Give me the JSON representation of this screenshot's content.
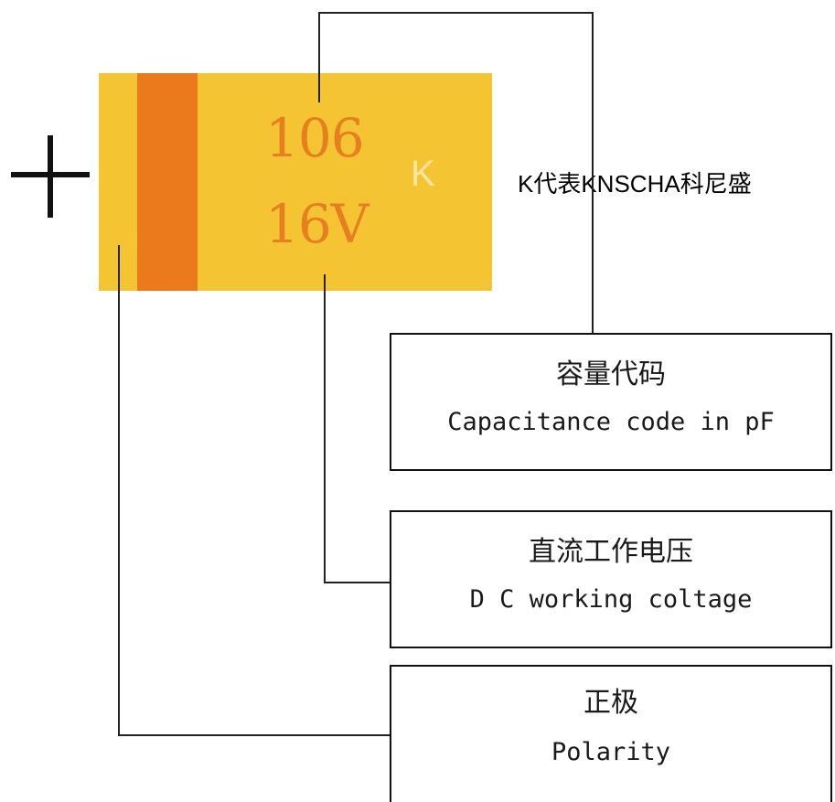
{
  "capacitor": {
    "code_marking": "106",
    "voltage_marking": "16V",
    "brand_letter": "K",
    "body_color": "#f5c433",
    "stripe_color": "#ea7a1b",
    "marking_color": "#e57f1f"
  },
  "plus_symbol": "+",
  "brand_note": "K代表KNSCHA科尼盛",
  "labels": {
    "capacitance": {
      "cn": "容量代码",
      "en": "Capacitance code in pF"
    },
    "voltage": {
      "cn": "直流工作电压",
      "en": "D C working coltage"
    },
    "polarity": {
      "cn": "正极",
      "en": "Polarity"
    }
  }
}
